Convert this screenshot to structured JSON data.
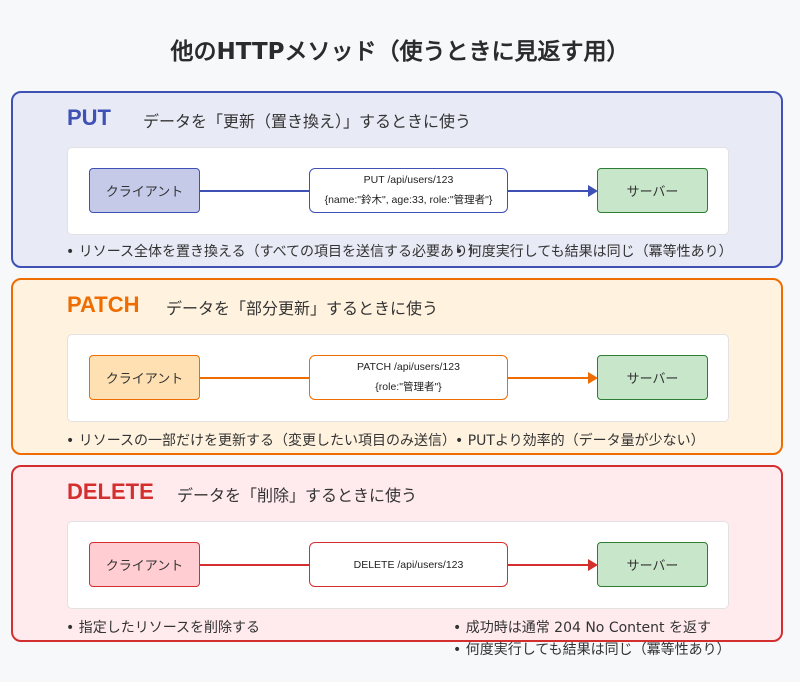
{
  "title": "他のHTTPメソッド（使うときに見返す用）",
  "colors": {
    "put": "#3f51b5",
    "patch": "#ef6c00",
    "delete": "#d32f2f",
    "server": "#2e7d32"
  },
  "sections": [
    {
      "method": "PUT",
      "desc": "データを「更新（置き換え）」するときに使う",
      "client": "クライアント",
      "server": "サーバー",
      "msg1": "PUT /api/users/123",
      "msg2": "{name:\"鈴木\", age:33, role:\"管理者\"}",
      "bullet1": "• リソース全体を置き換える（すべての項目を送信する必要あり）",
      "bullet2": "• 何度実行しても結果は同じ（冪等性あり）"
    },
    {
      "method": "PATCH",
      "desc": "データを「部分更新」するときに使う",
      "client": "クライアント",
      "server": "サーバー",
      "msg1": "PATCH /api/users/123",
      "msg2": "{role:\"管理者\"}",
      "bullet1": "• リソースの一部だけを更新する（変更したい項目のみ送信）",
      "bullet2": "• PUTより効率的（データ量が少ない）"
    },
    {
      "method": "DELETE",
      "desc": "データを「削除」するときに使う",
      "client": "クライアント",
      "server": "サーバー",
      "msg1": "DELETE /api/users/123",
      "bullet1": "• 指定したリソースを削除する",
      "bullet2": "• 成功時は通常 204 No Content を返す",
      "bullet3": "• 何度実行しても結果は同じ（冪等性あり）"
    }
  ]
}
